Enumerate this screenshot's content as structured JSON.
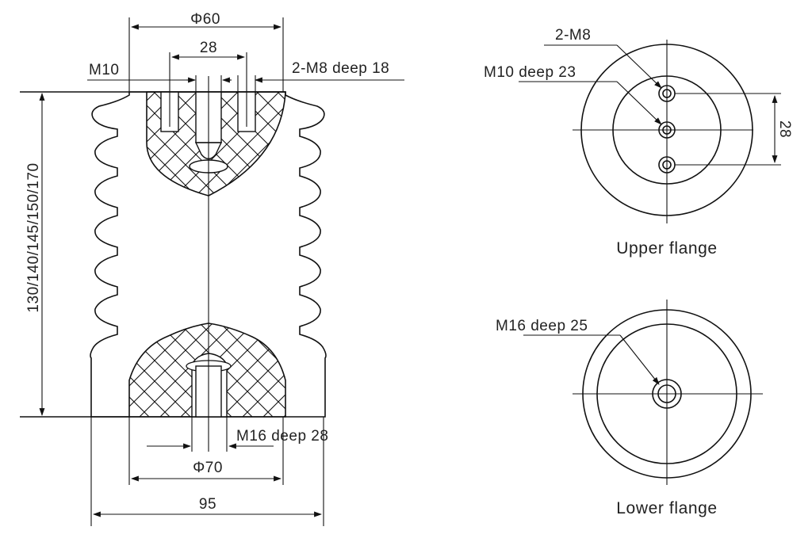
{
  "side_view": {
    "top_diameter": "Φ60",
    "top_bolt_spacing": "28",
    "top_center_thread": "M10",
    "top_side_threads": "2-M8 deep 18",
    "heights": "130/140/145/150/170",
    "bottom_thread": "M16 deep 28",
    "bottom_diameter": "Φ70",
    "shed_diameter": "95"
  },
  "upper_flange": {
    "caption": "Upper flange",
    "side_holes": "2-M8",
    "center_hole": "M10 deep 23",
    "hole_spacing": "28"
  },
  "lower_flange": {
    "caption": "Lower flange",
    "center_hole": "M16 deep 25"
  }
}
